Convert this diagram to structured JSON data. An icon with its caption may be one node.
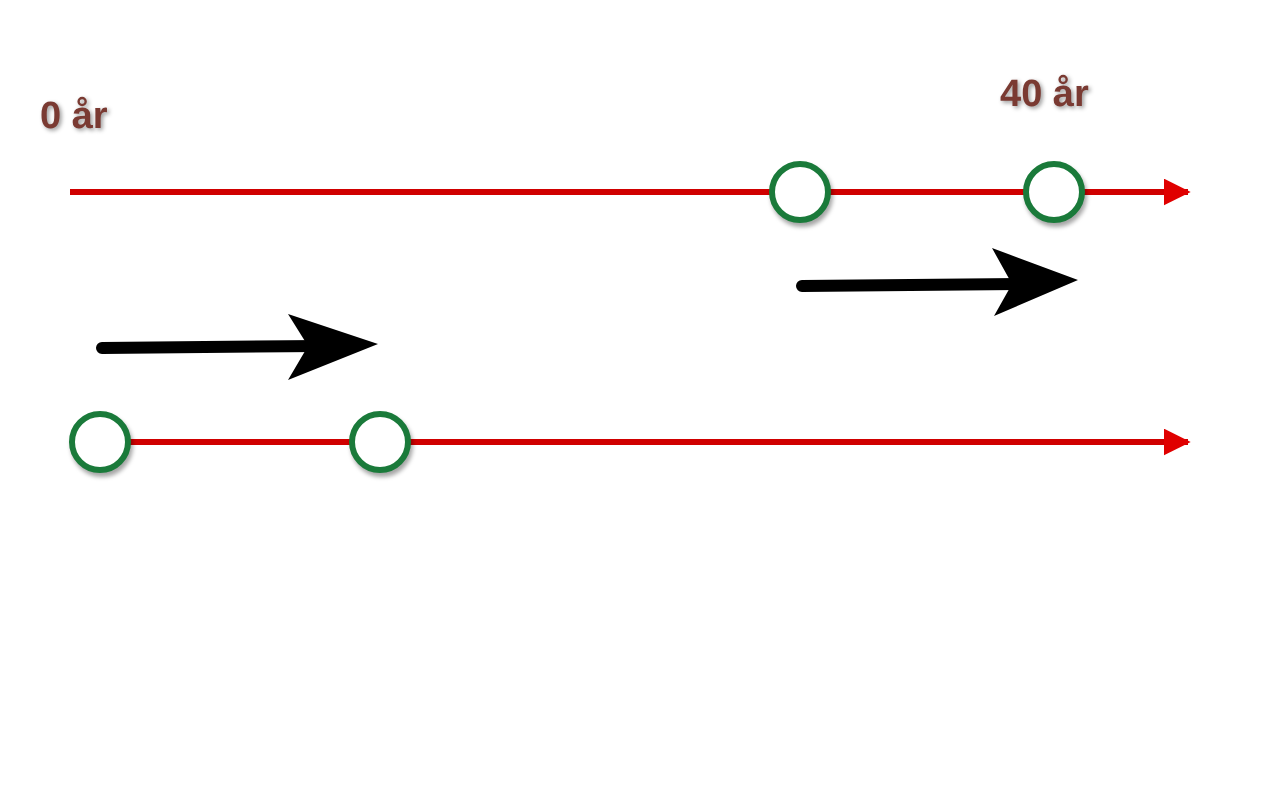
{
  "diagram": {
    "nodes": [
      {
        "text": [],
        "shape": "circle"
      },
      {
        "text": [],
        "shape": "circle"
      },
      {
        "text": [],
        "shape": "circle"
      },
      {
        "text": [],
        "shape": "circle"
      }
    ],
    "labels": [
      "0 år",
      "40 år"
    ]
  }
}
